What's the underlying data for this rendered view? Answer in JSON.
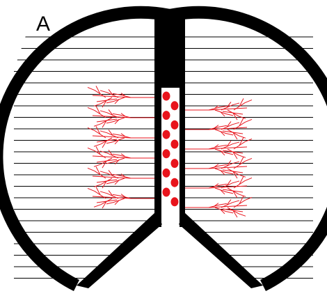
{
  "panel_label": "A",
  "colors": {
    "background": "#ffffff",
    "outline": "#000000",
    "layer_lines": "#000000",
    "cells": "#e8141c",
    "dendrites": "#e8141c"
  },
  "layer_line_count": 22,
  "cell_count": 12,
  "left_dendrite_count": 6,
  "right_dendrite_count": 6
}
